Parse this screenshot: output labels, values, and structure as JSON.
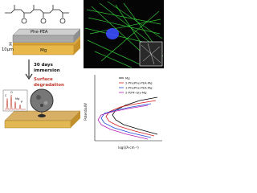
{
  "schematic": {
    "thickness_label": "10μm",
    "coating_label": "Phe-PEA",
    "substrate_label": "Mg",
    "arrow_label_top": "30 days",
    "arrow_label_mid": "immersion",
    "surface_label_1": "Surface",
    "surface_label_2": "degradation",
    "eds_labels": [
      "C",
      "O",
      "Mg",
      "P"
    ]
  },
  "micrograph": {
    "description": "fluorescent cell image with green actin filaments and blue nucleus",
    "stain_colors": {
      "actin": "#37d43a",
      "nucleus": "#3c4cff",
      "background": "#050505"
    }
  },
  "chart_data": {
    "type": "line",
    "xlabel": "log(i/A·cm⁻²)",
    "ylabel": "Potential/V",
    "legend": [
      "Mg",
      "2-PhePhe-PEA-Mg",
      "1-PhePhe-PEA-Mg",
      "2-P/PF-Gly-Mg"
    ],
    "series": [
      {
        "name": "Mg",
        "color": "#000000"
      },
      {
        "name": "2-PhePhe-PEA-Mg",
        "color": "#d41e1e"
      },
      {
        "name": "1-PhePhe-PEA-Mg",
        "color": "#1e46d4"
      },
      {
        "name": "2-P/PF-Gly-Mg",
        "color": "#b21fb2"
      }
    ],
    "legend_position": "top-right"
  }
}
